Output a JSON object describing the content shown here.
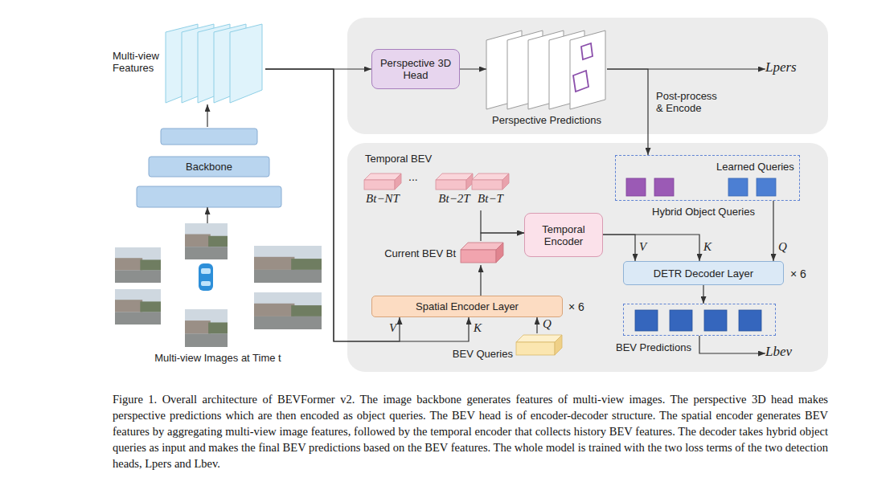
{
  "diagram": {
    "caption": "Figure 1. Overall architecture of BEVFormer v2. The image backbone generates features of multi-view images. The perspective 3D head makes perspective predictions which are then encoded as object queries. The BEV head is of encoder-decoder structure. The spatial encoder generates BEV features by aggregating multi-view image features, followed by the temporal encoder that collects history BEV features. The decoder takes hybrid object queries as input and makes the final BEV predictions based on the BEV features. The whole model is trained with the two loss terms of the two detection heads, Lpers and Lbev.",
    "nodes": [
      {
        "text": [
          "Multi-view Features"
        ]
      },
      {
        "text": [
          "Backbone"
        ]
      },
      {
        "text": [
          "Multi-view Images at Time t"
        ]
      },
      {
        "text": [
          "Perspective 3D Head"
        ]
      },
      {
        "text": [
          "Perspective Predictions"
        ]
      },
      {
        "text": [
          "Lpers"
        ]
      },
      {
        "text": [
          "Temporal BEV"
        ]
      },
      {
        "text": [
          "Bt−NT"
        ],
        "in": 6
      },
      {
        "text": [
          "Bt−2T"
        ],
        "in": 6
      },
      {
        "text": [
          "Bt−T"
        ],
        "in": 6
      },
      {
        "text": [
          "Current BEV Bt"
        ]
      },
      {
        "text": [
          "Temporal Encoder"
        ]
      },
      {
        "text": [
          "Spatial Encoder Layer"
        ]
      },
      {
        "text": [
          "BEV Queries"
        ]
      },
      {
        "text": [
          "Learned Queries",
          "Hybrid Object Queries"
        ]
      },
      {
        "text": [
          "DETR Decoder Layer"
        ]
      },
      {
        "text": [
          "BEV Predictions"
        ]
      },
      {
        "text": [
          "Lbev"
        ]
      }
    ],
    "edges": [
      {
        "from": 2,
        "to": 1,
        "arrow": "to"
      },
      {
        "from": 1,
        "to": 0,
        "arrow": "to"
      },
      {
        "from": 0,
        "to": 3,
        "arrow": "to"
      },
      {
        "from": 0,
        "to": 12,
        "label": "V",
        "arrow": "to"
      },
      {
        "from": 0,
        "to": 12,
        "label": "K",
        "arrow": "to"
      },
      {
        "from": 3,
        "to": 4,
        "arrow": "to"
      },
      {
        "from": 4,
        "to": 5,
        "arrow": "to"
      },
      {
        "from": 4,
        "to": 14,
        "label": "Post-process & Encode",
        "arrow": "to"
      },
      {
        "from": 13,
        "to": 12,
        "label": "Q",
        "arrow": "to"
      },
      {
        "from": 12,
        "to": 10,
        "arrow": "to"
      },
      {
        "from": 6,
        "to": 11,
        "arrow": "to"
      },
      {
        "from": 10,
        "to": 11,
        "arrow": "to"
      },
      {
        "from": 11,
        "to": 15,
        "label": "V",
        "arrow": "to"
      },
      {
        "from": 11,
        "to": 15,
        "label": "K",
        "arrow": "to"
      },
      {
        "from": 14,
        "to": 15,
        "label": "Q",
        "arrow": "to"
      },
      {
        "from": 15,
        "to": 16,
        "arrow": "to"
      },
      {
        "from": 16,
        "to": 17,
        "arrow": "to"
      }
    ],
    "labels": [
      "...",
      "× 6",
      "× 6"
    ]
  }
}
